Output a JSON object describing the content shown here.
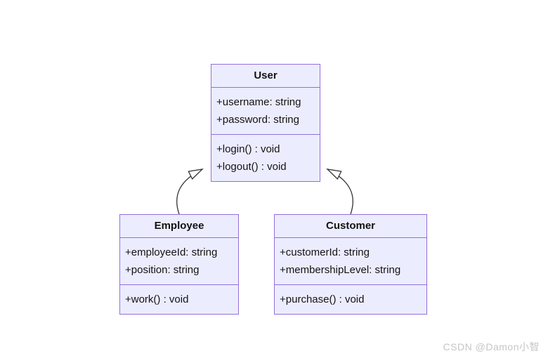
{
  "diagram": {
    "type": "uml-class-diagram",
    "colors": {
      "box_fill": "#ECECFF",
      "box_border": "#9370DB",
      "relation_line": "#333333",
      "arrowhead_fill": "#ffffff",
      "text": "#131313",
      "watermark": "#c6c6c6",
      "background": "#ffffff"
    },
    "classes": [
      {
        "name": "User",
        "attributes": [
          "+username: string",
          "+password: string"
        ],
        "methods": [
          "+login() : void",
          "+logout() : void"
        ]
      },
      {
        "name": "Employee",
        "attributes": [
          "+employeeId: string",
          "+position: string"
        ],
        "methods": [
          "+work() : void"
        ]
      },
      {
        "name": "Customer",
        "attributes": [
          "+customerId: string",
          "+membershipLevel: string"
        ],
        "methods": [
          "+purchase() : void"
        ]
      }
    ],
    "relationships": [
      {
        "from": "Employee",
        "to": "User",
        "type": "inheritance"
      },
      {
        "from": "Customer",
        "to": "User",
        "type": "inheritance"
      }
    ]
  },
  "watermark": {
    "text": "CSDN @Damon小智"
  }
}
